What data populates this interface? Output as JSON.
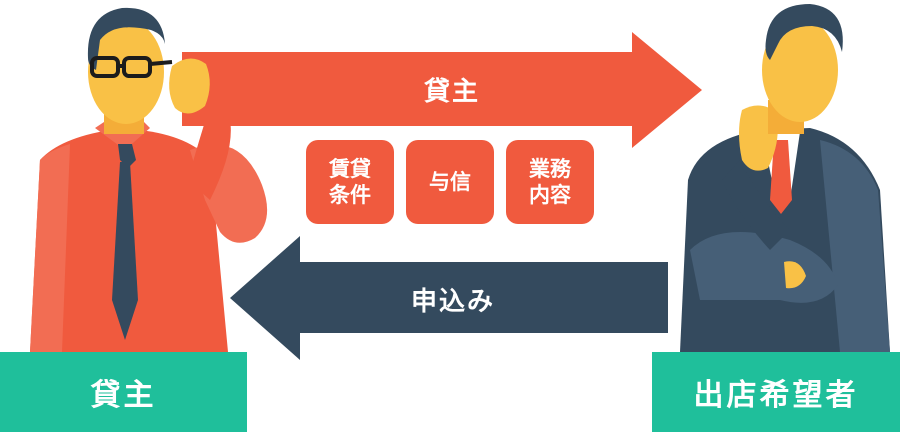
{
  "arrows": {
    "top": {
      "label": "貸主",
      "color": "#f05a3e"
    },
    "bottom": {
      "label": "申込み",
      "color": "#344a5e"
    }
  },
  "conditions": [
    {
      "line1": "賃貸",
      "line2": "条件"
    },
    {
      "line1": "与信",
      "line2": ""
    },
    {
      "line1": "業務",
      "line2": "内容"
    }
  ],
  "people": {
    "left": {
      "label": "貸主"
    },
    "right": {
      "label": "出店希望者"
    }
  },
  "colors": {
    "orange": "#f05a3e",
    "navy": "#344a5e",
    "teal": "#1fbf9b",
    "skin": "#f9c146"
  }
}
